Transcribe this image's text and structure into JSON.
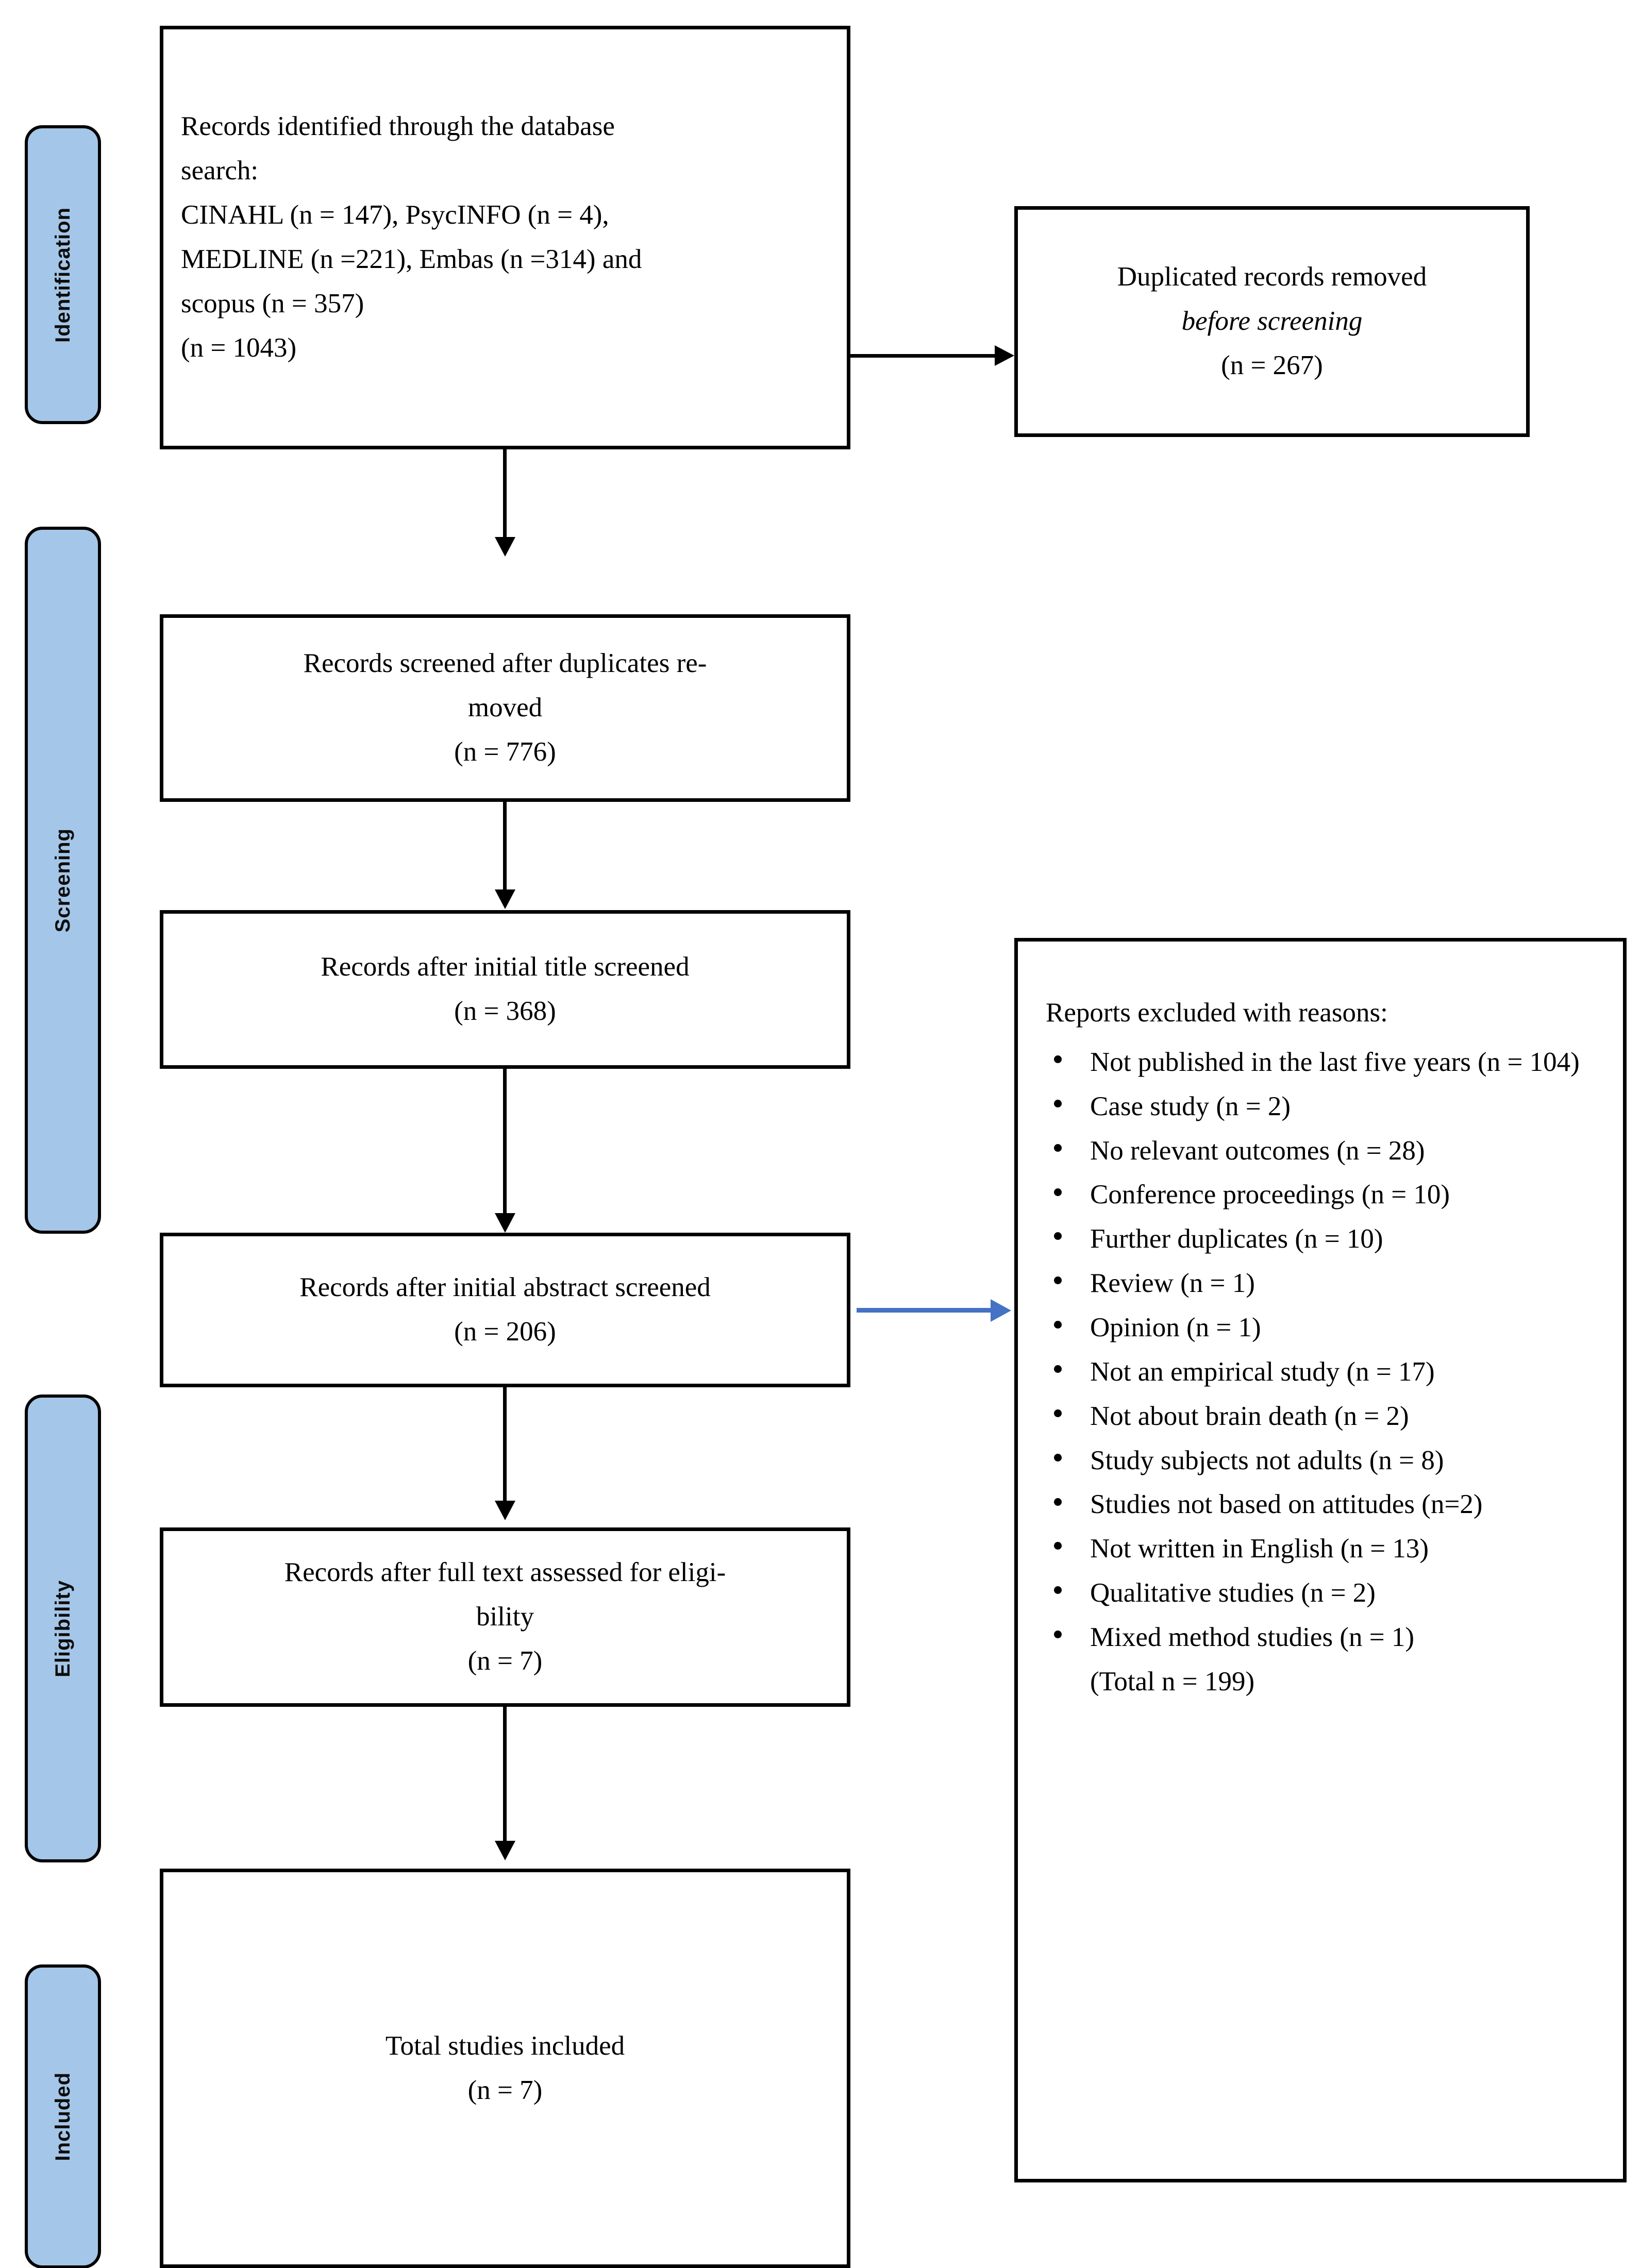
{
  "diagram": {
    "title": "PRISMA flow diagram",
    "accent_blue": "#a4c6e8",
    "arrow_blue": "#4472c4",
    "border_black": "#000000"
  },
  "phases": [
    {
      "label": "Identification"
    },
    {
      "label": "Screening"
    },
    {
      "label": "Eligibility"
    },
    {
      "label": "Included"
    }
  ],
  "boxes": {
    "identified": {
      "line1": "Records identified through the database",
      "line2": "search:",
      "line3": "CINAHL (n = 147), PsycINFO (n = 4),",
      "line4": "MEDLINE (n =221), Embas (n =314) and",
      "line5": "scopus (n = 357)",
      "line6": "(n = 1043)"
    },
    "duplicates_removed": {
      "line1": "Duplicated records removed",
      "line2_italic": "before screening",
      "line3": "(n = 267)"
    },
    "screened": {
      "line1": "Records screened after duplicates re-",
      "line2": "moved",
      "line3": "(n = 776)"
    },
    "title_screened": {
      "line1": "Records after initial title screened",
      "line2": "(n = 368)"
    },
    "abstract_screened": {
      "line1": "Records after initial abstract screened",
      "line2": "(n = 206)"
    },
    "full_text": {
      "line1": "Records after full text assessed for eligi-",
      "line2": "bility",
      "line3": "(n = 7)"
    },
    "included": {
      "line1": "Total studies included",
      "line2": "(n = 7)"
    }
  },
  "excluded": {
    "title": "Reports excluded with reasons:",
    "items": [
      "Not published in the last five years (n = 104)",
      "Case study (n = 2)",
      "No relevant outcomes (n = 28)",
      "Conference proceedings (n = 10)",
      "Further duplicates (n = 10)",
      "Review (n = 1)",
      "Opinion (n = 1)",
      "Not an empirical study (n = 17)",
      "Not about brain death (n = 2)",
      "Study subjects not adults (n = 8)",
      "Studies not based on attitudes (n=2)",
      "Not written in English (n = 13)",
      "Qualitative studies (n = 2)",
      "Mixed method studies (n = 1)"
    ],
    "total": "(Total n = 199)"
  },
  "chart_data": {
    "type": "table",
    "title": "PRISMA study selection flow",
    "stages": [
      {
        "stage": "Records identified (CINAHL)",
        "n": 147
      },
      {
        "stage": "Records identified (PsycINFO)",
        "n": 4
      },
      {
        "stage": "Records identified (MEDLINE)",
        "n": 221
      },
      {
        "stage": "Records identified (Embas)",
        "n": 314
      },
      {
        "stage": "Records identified (scopus)",
        "n": 357
      },
      {
        "stage": "Total records identified",
        "n": 1043
      },
      {
        "stage": "Duplicated records removed before screening",
        "n": 267
      },
      {
        "stage": "Records screened after duplicates removed",
        "n": 776
      },
      {
        "stage": "Records after initial title screened",
        "n": 368
      },
      {
        "stage": "Records after initial abstract screened",
        "n": 206
      },
      {
        "stage": "Records after full text assessed for eligibility",
        "n": 7
      },
      {
        "stage": "Total studies included",
        "n": 7
      }
    ],
    "exclusion_reasons": [
      {
        "reason": "Not published in the last five years",
        "n": 104
      },
      {
        "reason": "Case study",
        "n": 2
      },
      {
        "reason": "No relevant outcomes",
        "n": 28
      },
      {
        "reason": "Conference proceedings",
        "n": 10
      },
      {
        "reason": "Further duplicates",
        "n": 10
      },
      {
        "reason": "Review",
        "n": 1
      },
      {
        "reason": "Opinion",
        "n": 1
      },
      {
        "reason": "Not an empirical study",
        "n": 17
      },
      {
        "reason": "Not about brain death",
        "n": 2
      },
      {
        "reason": "Study subjects not adults",
        "n": 8
      },
      {
        "reason": "Studies not based on attitudes",
        "n": 2
      },
      {
        "reason": "Not written in English",
        "n": 13
      },
      {
        "reason": "Qualitative studies",
        "n": 2
      },
      {
        "reason": "Mixed method studies",
        "n": 1
      }
    ],
    "exclusion_total": 199
  }
}
